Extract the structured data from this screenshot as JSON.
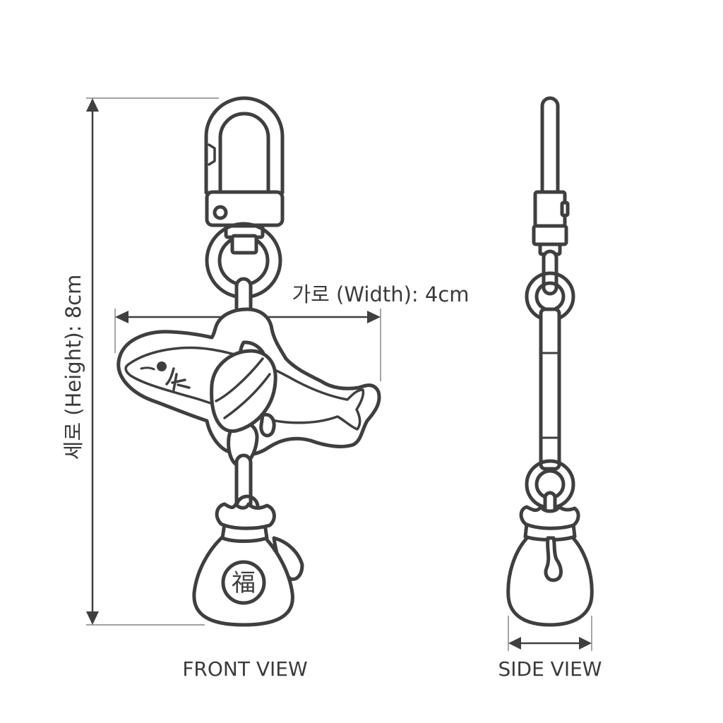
{
  "dimensions": {
    "height_label": "세로 (Height): 8cm",
    "width_label": "가로 (Width): 4cm"
  },
  "views": {
    "front_label": "FRONT VIEW",
    "side_label": "SIDE VIEW"
  },
  "pouch": {
    "emblem_char": "福"
  },
  "colors": {
    "line": "#3f3f3f",
    "background": "#ffffff"
  }
}
